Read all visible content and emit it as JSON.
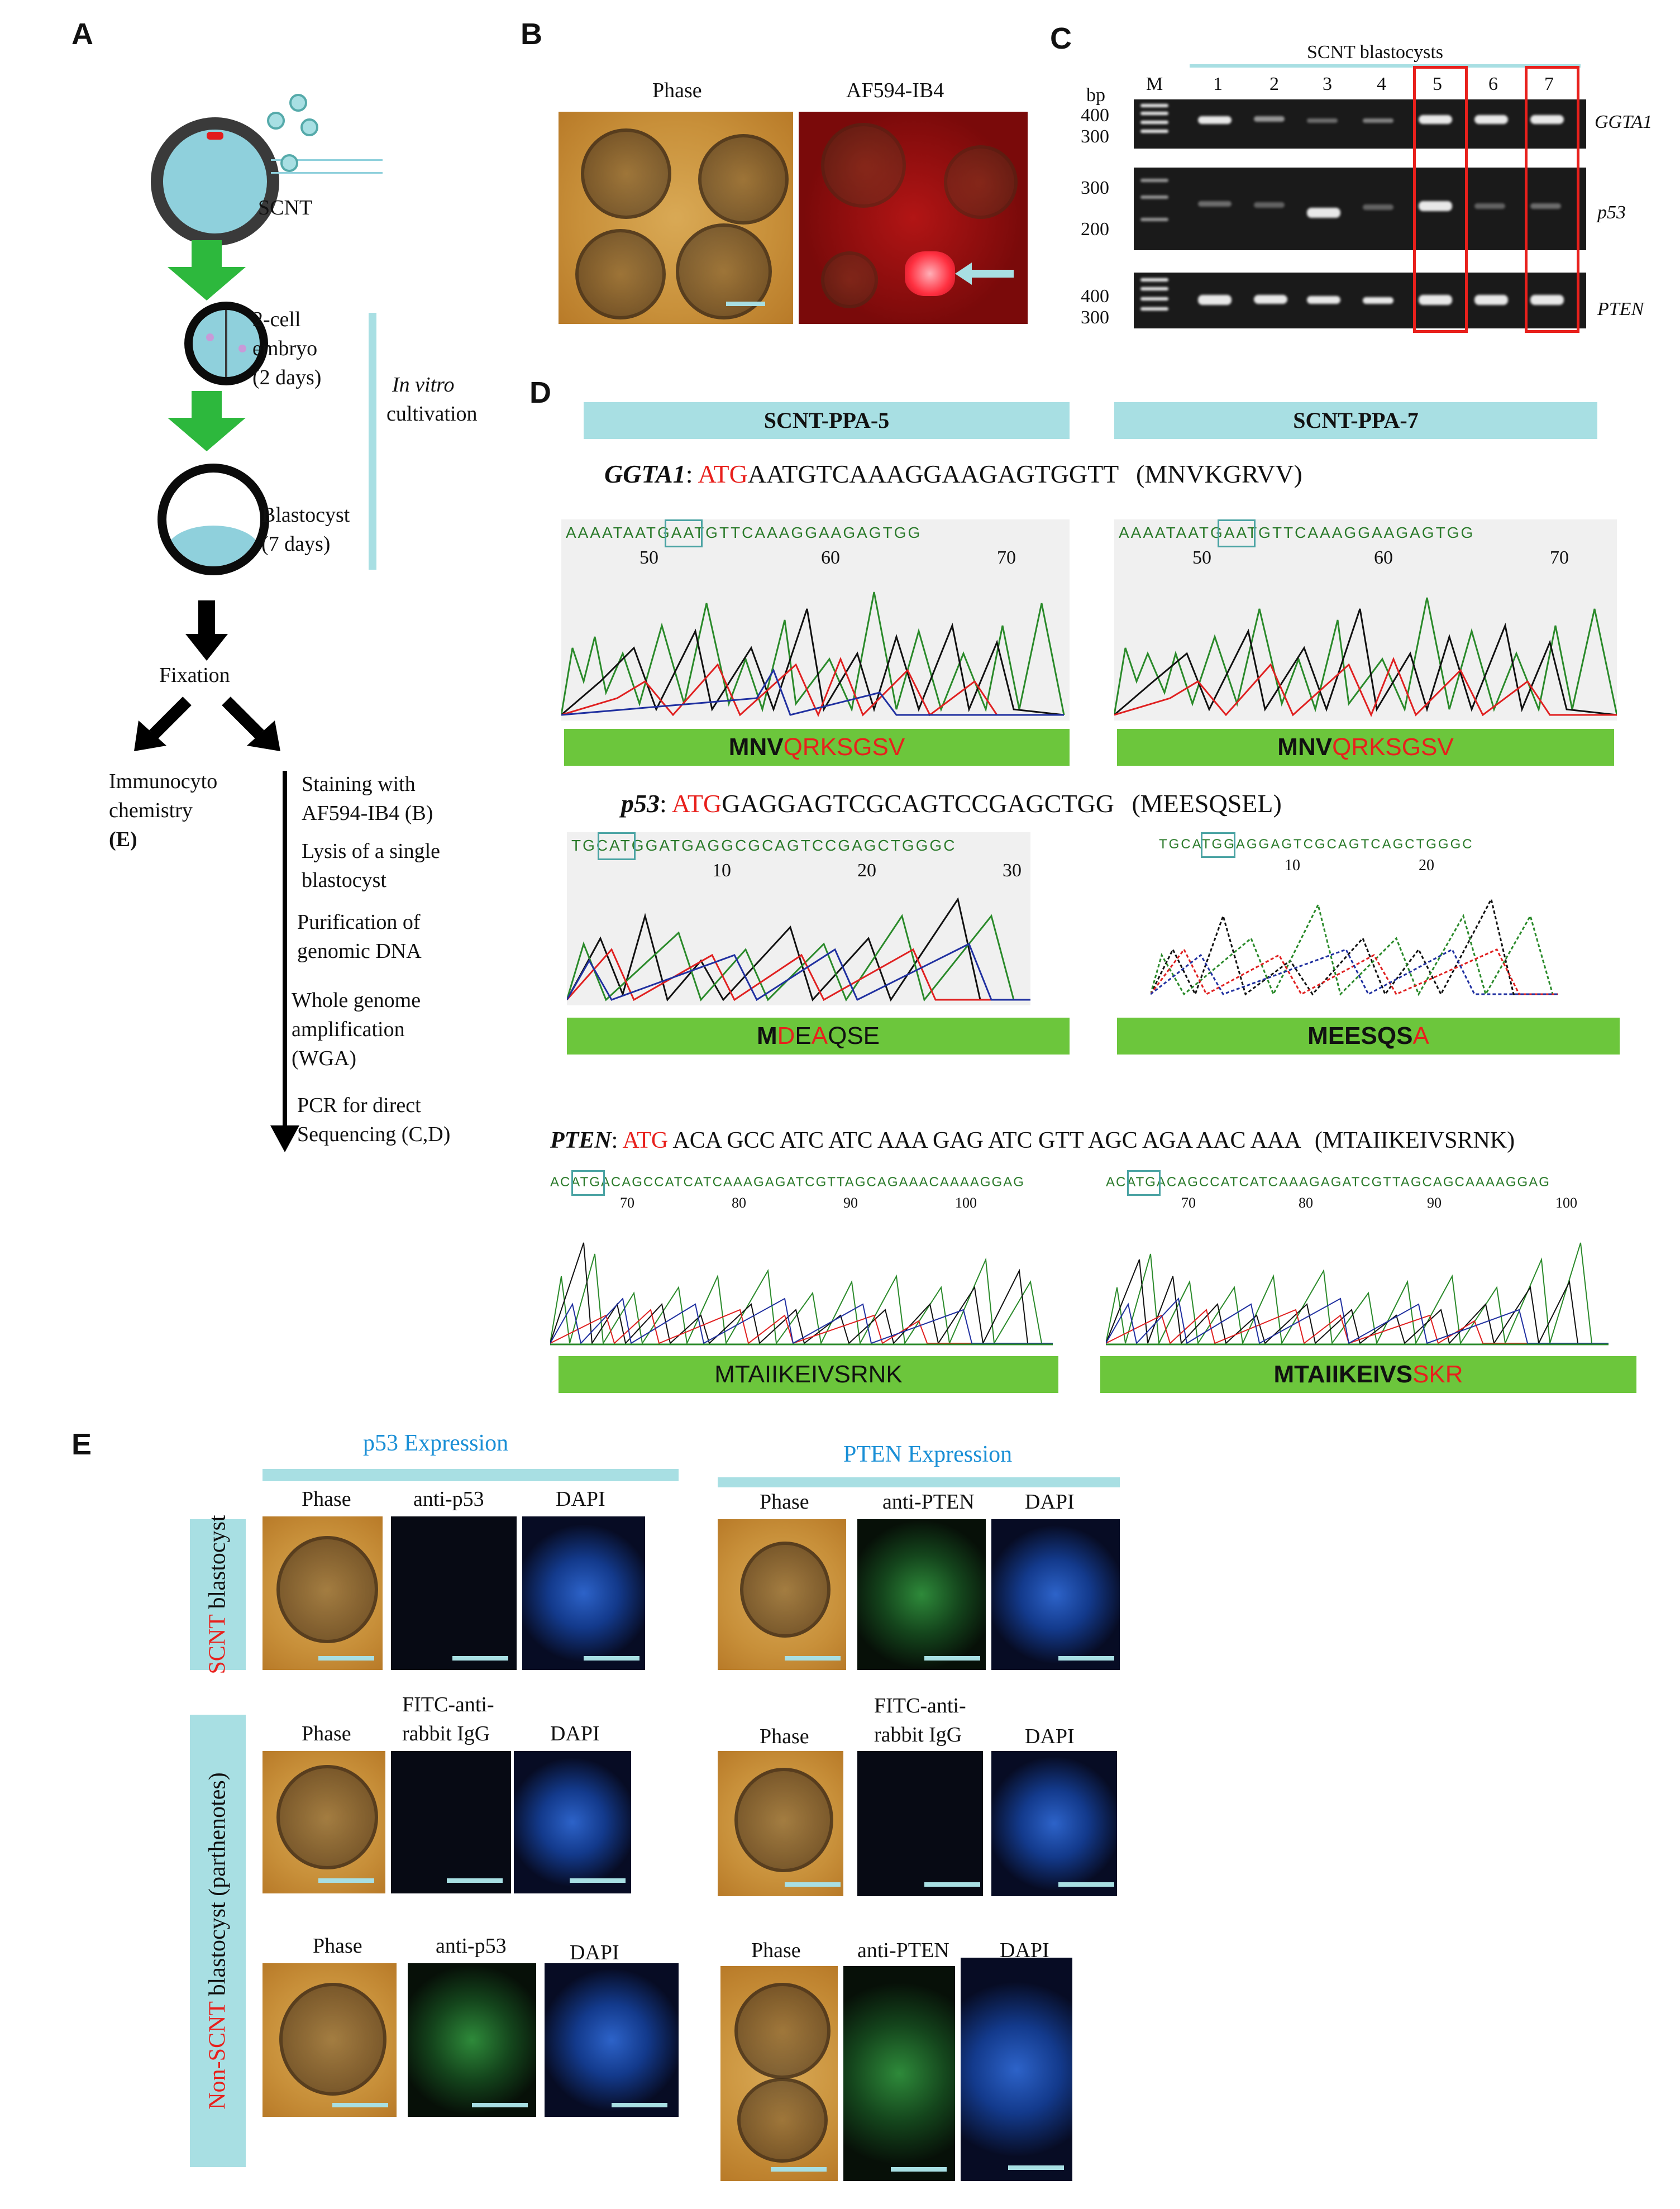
{
  "panels": {
    "A": "A",
    "B": "B",
    "C": "C",
    "D": "D",
    "E": "E"
  },
  "panelA": {
    "scnt": "SCNT",
    "two_cell": "2-cell",
    "embryo": "embryo",
    "two_days": "(2 days)",
    "in_vitro": "In vitro",
    "cultivation": "cultivation",
    "blastocyst": "Blastocyst",
    "seven_days": "(7 days)",
    "fixation": "Fixation",
    "immuno1": "Immunocyto",
    "immuno2": "chemistry",
    "immuno3": "(E)",
    "steps": [
      "Staining with",
      "AF594-IB4 (B)",
      "Lysis of a single",
      "blastocyst",
      "Purification of",
      "genomic DNA",
      "Whole genome",
      "amplification",
      "(WGA)",
      "PCR for direct",
      "Sequencing (C,D)"
    ]
  },
  "panelB": {
    "phase": "Phase",
    "af594": "AF594-IB4"
  },
  "panelC": {
    "title": "SCNT blastocysts",
    "bp": "bp",
    "lanes": [
      "M",
      "1",
      "2",
      "3",
      "4",
      "5",
      "6",
      "7"
    ],
    "markers_top": [
      "400",
      "300"
    ],
    "markers_mid": [
      "300",
      "200"
    ],
    "markers_bot": [
      "400",
      "300"
    ],
    "genes": [
      "GGTA1",
      "p53",
      "PTEN"
    ]
  },
  "panelD": {
    "headers": [
      "SCNT-PPA-5",
      "SCNT-PPA-7"
    ],
    "ggta1_name": "GGTA1",
    "ggta1_atg": "ATG",
    "ggta1_rest": "AATGTCAAAGGAAGAGTGGTT",
    "ggta1_prot": "(MNVKGRVV)",
    "ggta1_trace_seq": "AAAATAATGAATGTTCAAAGGAAGAGTGG",
    "ggta1_ticks": [
      "50",
      "60",
      "70"
    ],
    "ggta1_res5_black": "MNV",
    "ggta1_res5_red": "QRKSGSV",
    "ggta1_res7_black": "MNV",
    "ggta1_res7_red": "QRKSGSV",
    "p53_name": "p53",
    "p53_atg": "ATG",
    "p53_rest": "GAGGAGTCGCAGTCCGAGCTGG",
    "p53_prot": "(MEESQSEL)",
    "p53_trace5": "TGCATGGATGAGGCGCAGTCCGAGCTGGGC",
    "p53_trace7": "TGCATGGAGGAGTCGCAGTCAGCTGGGC",
    "p53_ticks5": [
      "10",
      "20",
      "30"
    ],
    "p53_ticks7": [
      "10",
      "20"
    ],
    "p53_res5": [
      "M",
      "D",
      "E",
      "A",
      "QSE"
    ],
    "p53_res7_black": "MEESQS",
    "p53_res7_red": "A",
    "pten_name": "PTEN",
    "pten_atg": "ATG",
    "pten_rest": "ACA GCC ATC ATC AAA GAG ATC GTT AGC AGA AAC AAA",
    "pten_prot": "(MTAIIKEIVSRNK)",
    "pten_trace5": "ACATGACAGCCATCATCAAAGAGATCGTTAGCAGAAACAAAAGGAG",
    "pten_trace7": "ACATGACAGCCATCATCAAAGAGATCGTTAGCAGCAAAAGGAG",
    "pten_ticks5": [
      "70",
      "80",
      "90",
      "100"
    ],
    "pten_ticks7": [
      "70",
      "80",
      "90",
      "100"
    ],
    "pten_res5": "MTAIIKEIVSRNK",
    "pten_res7_black": "MTAIIKEIVS",
    "pten_res7_red": "SKR"
  },
  "panelE": {
    "p53_title": "p53 Expression",
    "pten_title": "PTEN Expression",
    "phase": "Phase",
    "anti_p53": "anti-p53",
    "anti_pten": "anti-PTEN",
    "dapi": "DAPI",
    "fitc1": "FITC-anti-",
    "fitc2": "rabbit IgG",
    "scnt_side_red": "SCNT",
    "scnt_side_black": "blastocyst",
    "non_side_red": "Non-SCNT",
    "non_side_black": "blastocyst (parthenotes)"
  },
  "colors": {
    "accent_bar": "#a8dfe3",
    "green_bar": "#6cc63c",
    "red_text": "#e8201c",
    "arrow_green": "#2db83d"
  }
}
